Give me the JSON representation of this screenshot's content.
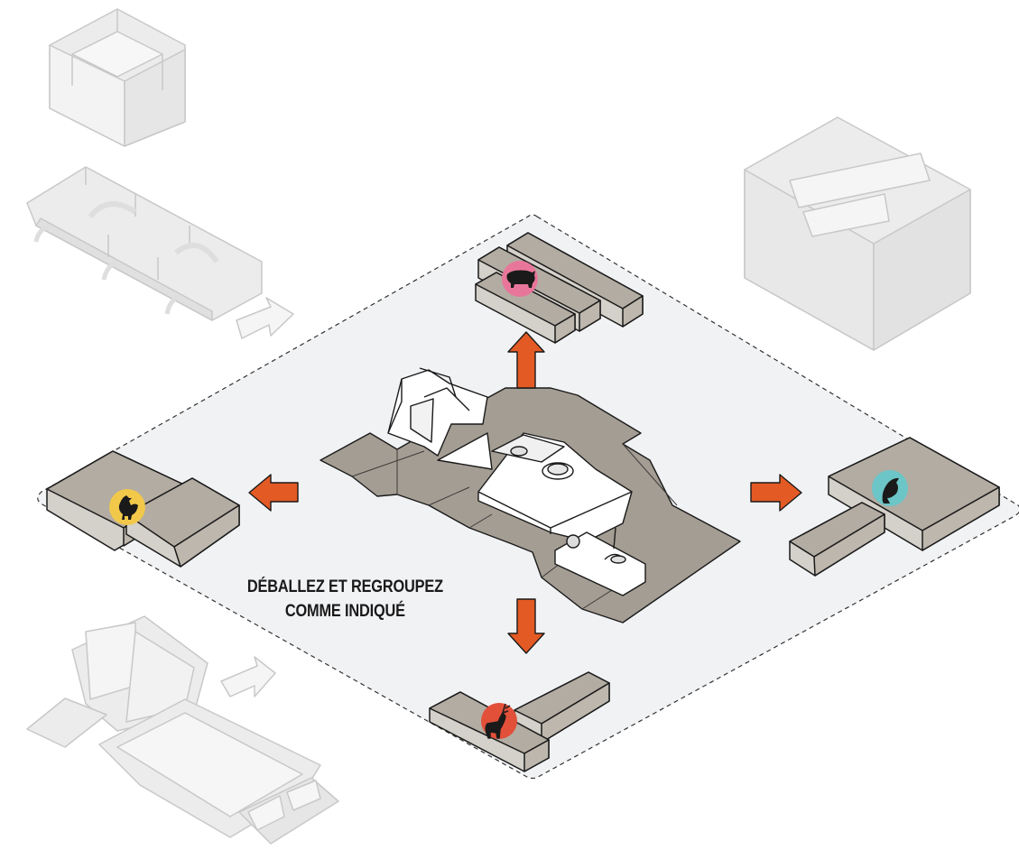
{
  "instruction": {
    "line1": "DÉBALLEZ ET REGROUPEZ",
    "line2": "COMME INDIQUÉ"
  },
  "groups": [
    {
      "name": "pig-group",
      "icon": "pig-icon",
      "color": "#e8769a"
    },
    {
      "name": "chicken-group",
      "icon": "chicken-icon",
      "color": "#f2c84b"
    },
    {
      "name": "fish-group",
      "icon": "fish-icon",
      "color": "#6cc5c7"
    },
    {
      "name": "deer-group",
      "icon": "deer-icon",
      "color": "#e2503a"
    }
  ],
  "colors": {
    "arrow": "#e35a24",
    "part_fill": "#b2aca2",
    "part_side": "#d4d0ca",
    "tray_fill": "#a49d93",
    "zone_fill": "#f1f2f4",
    "ghost_fill": "#ececec",
    "ghost_stroke": "#c8c8c8"
  }
}
